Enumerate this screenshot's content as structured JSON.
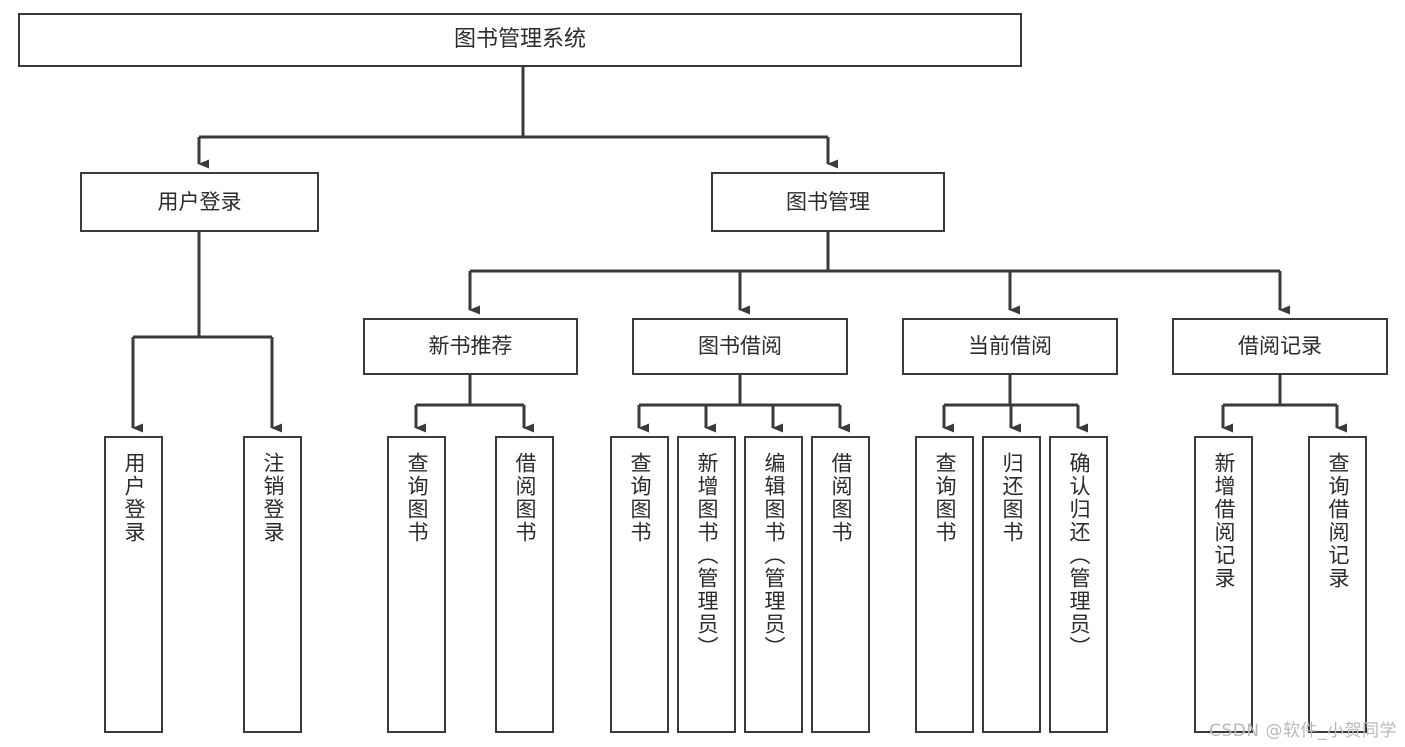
{
  "diagram": {
    "title": "图书管理系统",
    "type": "hierarchy-tree",
    "watermark": "CSDN @软件_小贺同学",
    "colors": {
      "border": "#3a3a3a",
      "text": "#2b2b2b",
      "background": "#ffffff",
      "edge": "#3a3a3a",
      "watermark": "#b9b9b9"
    },
    "levels": {
      "root": [
        "图书管理系统"
      ],
      "level2": [
        "用户登录",
        "图书管理"
      ],
      "level3": [
        "新书推荐",
        "图书借阅",
        "当前借阅",
        "借阅记录"
      ],
      "leaves": [
        "用户登录",
        "注销登录",
        "查询图书",
        "借阅图书",
        "查询图书",
        "新增图书（管理员）",
        "编辑图书（管理员）",
        "借阅图书",
        "查询图书",
        "归还图书",
        "确认归还（管理员）",
        "新增借阅记录",
        "查询借阅记录"
      ]
    },
    "nodes": {
      "root": {
        "label": "图书管理系统"
      },
      "user_login": {
        "label": "用户登录"
      },
      "book_manage": {
        "label": "图书管理"
      },
      "new_book_rec": {
        "label": "新书推荐"
      },
      "book_borrow": {
        "label": "图书借阅"
      },
      "current_borrow": {
        "label": "当前借阅"
      },
      "borrow_record": {
        "label": "借阅记录"
      },
      "leaf_user_login": {
        "label": "用户登录"
      },
      "leaf_logout": {
        "label": "注销登录"
      },
      "leaf_query_book_1": {
        "label": "查询图书"
      },
      "leaf_borrow_book_1": {
        "label": "借阅图书"
      },
      "leaf_query_book_2": {
        "label": "查询图书"
      },
      "leaf_add_book": {
        "label": "新增图书（管理员）"
      },
      "leaf_edit_book": {
        "label": "编辑图书（管理员）"
      },
      "leaf_borrow_book_2": {
        "label": "借阅图书"
      },
      "leaf_query_book_3": {
        "label": "查询图书"
      },
      "leaf_return_book": {
        "label": "归还图书"
      },
      "leaf_confirm_return": {
        "label": "确认归还（管理员）"
      },
      "leaf_add_record": {
        "label": "新增借阅记录"
      },
      "leaf_query_record": {
        "label": "查询借阅记录"
      }
    },
    "edges": [
      {
        "from": "root",
        "to": "user_login"
      },
      {
        "from": "root",
        "to": "book_manage"
      },
      {
        "from": "user_login",
        "to": "leaf_user_login"
      },
      {
        "from": "user_login",
        "to": "leaf_logout"
      },
      {
        "from": "book_manage",
        "to": "new_book_rec"
      },
      {
        "from": "book_manage",
        "to": "book_borrow"
      },
      {
        "from": "book_manage",
        "to": "current_borrow"
      },
      {
        "from": "book_manage",
        "to": "borrow_record"
      },
      {
        "from": "new_book_rec",
        "to": "leaf_query_book_1"
      },
      {
        "from": "new_book_rec",
        "to": "leaf_borrow_book_1"
      },
      {
        "from": "book_borrow",
        "to": "leaf_query_book_2"
      },
      {
        "from": "book_borrow",
        "to": "leaf_add_book"
      },
      {
        "from": "book_borrow",
        "to": "leaf_edit_book"
      },
      {
        "from": "book_borrow",
        "to": "leaf_borrow_book_2"
      },
      {
        "from": "current_borrow",
        "to": "leaf_query_book_3"
      },
      {
        "from": "current_borrow",
        "to": "leaf_return_book"
      },
      {
        "from": "current_borrow",
        "to": "leaf_confirm_return"
      },
      {
        "from": "borrow_record",
        "to": "leaf_add_record"
      },
      {
        "from": "borrow_record",
        "to": "leaf_query_record"
      }
    ]
  }
}
